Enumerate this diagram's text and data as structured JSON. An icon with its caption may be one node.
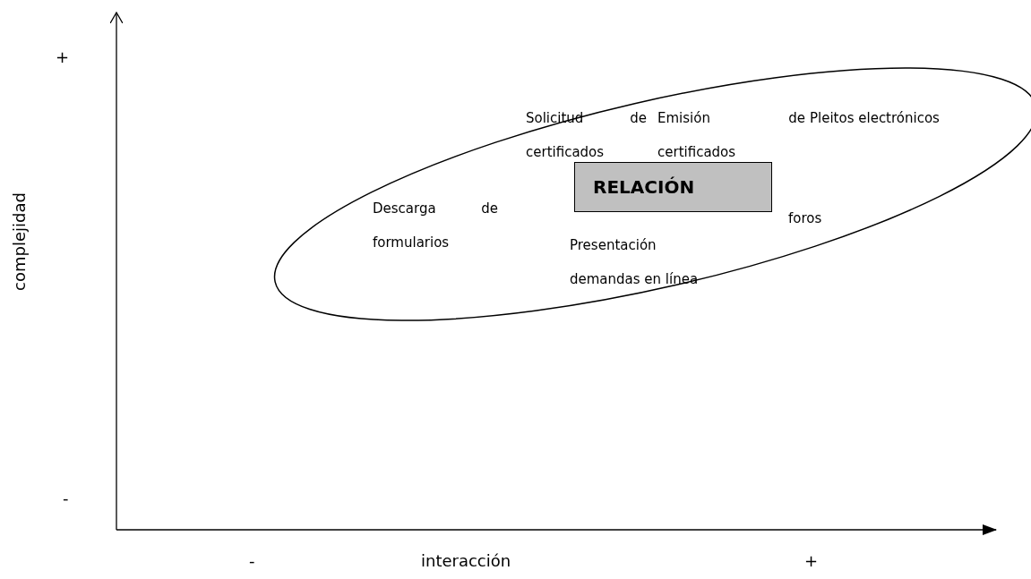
{
  "diagram": {
    "nodes": [
      {
        "text": [
          "Solicitud de certificados",
          "Emisión de certificados",
          "Pleitos electrónicos",
          "Descarga de formularios",
          "foros",
          "Presentación demandas en línea"
        ]
      },
      {
        "text": [
          "RELACIÓN"
        ],
        "in": 0
      }
    ],
    "edges": [],
    "labels": [
      "+",
      "complejidad",
      "-",
      "-",
      "interacción",
      "+"
    ]
  }
}
